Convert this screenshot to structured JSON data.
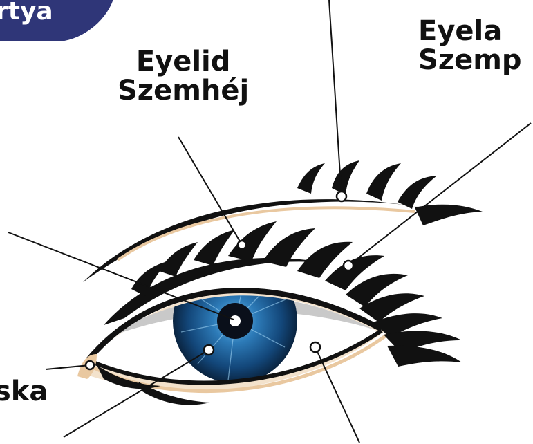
{
  "badge": {
    "text": "rtya"
  },
  "labels": {
    "eyelid_en": "Eyelid",
    "eyelid_hu": "Szemhéj",
    "eyelash_en": "Eyela",
    "eyelash_hu": "Szemp",
    "corner": "ska"
  },
  "colors": {
    "badge": "#2f3678",
    "iris_dark": "#0b2a4a",
    "iris_mid": "#1f5d8a",
    "iris_light": "#4a9bd0",
    "lash": "#111111",
    "skin_accent": "#e9c8a0"
  }
}
